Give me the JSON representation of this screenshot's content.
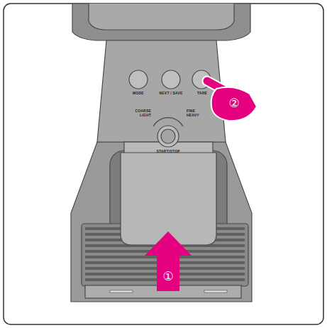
{
  "diagram": {
    "labels": [
      "MODE",
      "NEXT / SAVE",
      "TARE",
      "COARSE LIGHT",
      "FINE HEAVY",
      "START/STOP",
      "①",
      "②"
    ]
  }
}
